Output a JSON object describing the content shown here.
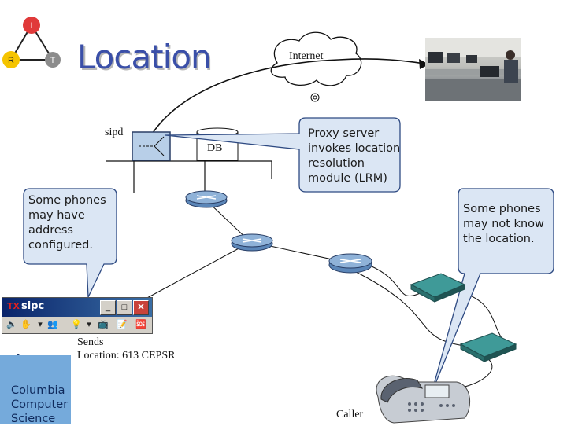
{
  "title": "Location",
  "logo_tri": {
    "top": "I",
    "left": "R",
    "right": "T"
  },
  "cloud": {
    "label": "Internet"
  },
  "sipd": {
    "label": "sipd"
  },
  "db": {
    "label": "DB"
  },
  "callouts": {
    "proxy": "Proxy server invokes location resolution module (LRM)",
    "left": "Some phones may have address configured.",
    "right": "Some phones may not know the location."
  },
  "sipc_window": {
    "title_prefix": "TX",
    "title": "sipc",
    "buttons": {
      "minimize": "_",
      "maximize": "□",
      "close": "✕"
    }
  },
  "sends": {
    "line1": "Sends",
    "line2": "Location: 613 CEPSR"
  },
  "caller": {
    "label": "Caller"
  },
  "columbia": {
    "line1": "Columbia",
    "line2": "Computer",
    "line3": "Science"
  },
  "colors": {
    "callout_fill": "#dbe6f4",
    "callout_stroke": "#2e4a82",
    "router_fill": "#5b86b8",
    "switch_fill": "#2f7a7a",
    "title_color": "#3a4fa8",
    "logo_red": "#e03a3a",
    "logo_yellow": "#f5c400",
    "logo_grey": "#8c8c8c"
  },
  "icons": [
    "cloud-icon",
    "proxy-server-icon",
    "database-icon",
    "router-icon",
    "switch-icon",
    "ip-phone-icon",
    "columbia-crown-icon",
    "office-photo"
  ]
}
